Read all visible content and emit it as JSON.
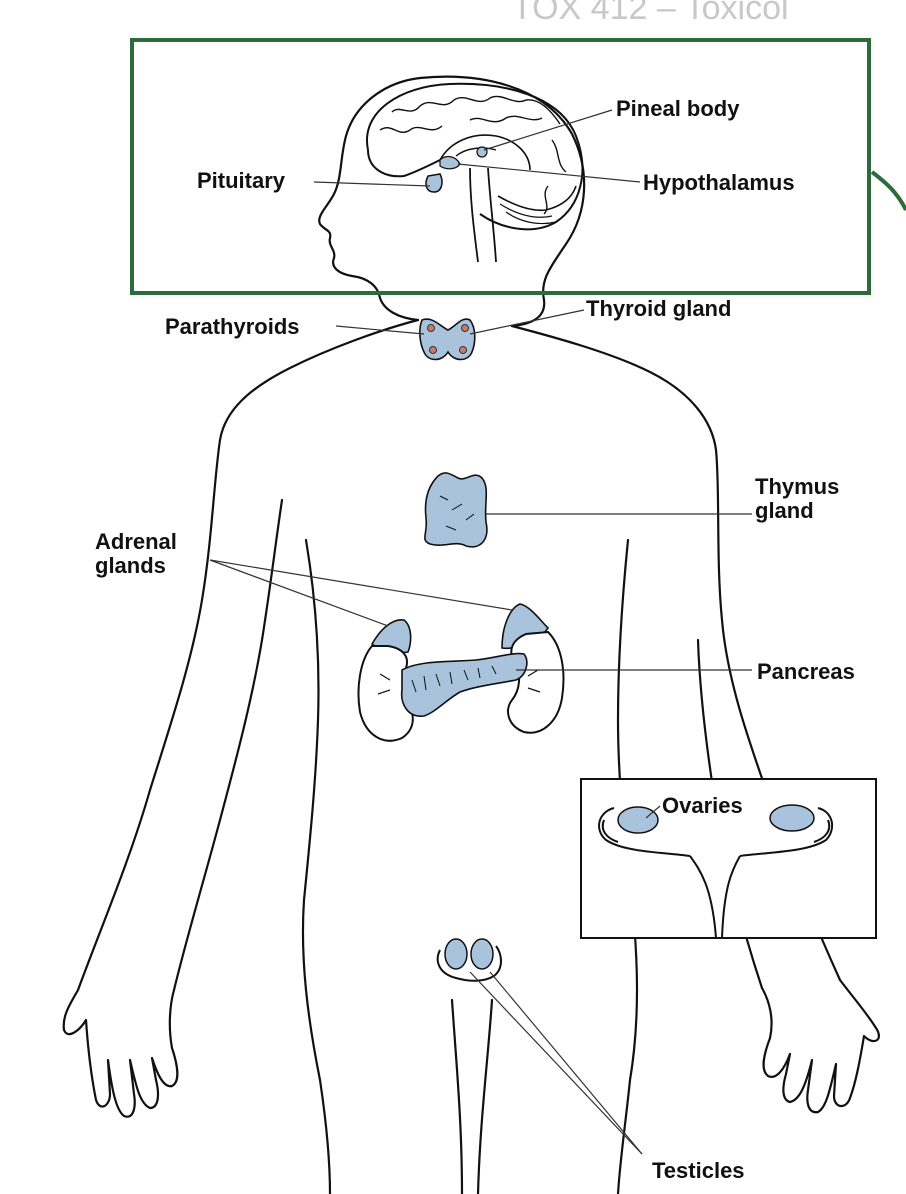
{
  "header": {
    "title": "TOX 412 – Toxicol"
  },
  "colors": {
    "gland_fill": "#a9c3dc",
    "highlight_box": "#2e6b3a",
    "outline": "#111111",
    "parathyroid_dot": "#c77a6a"
  },
  "labels": {
    "pineal": "Pineal body",
    "pituitary": "Pituitary",
    "hypothalamus": "Hypothalamus",
    "parathyroids": "Parathyroids",
    "thyroid": "Thyroid gland",
    "thymus_line1": "Thymus",
    "thymus_line2": "gland",
    "adrenal_line1": "Adrenal",
    "adrenal_line2": "glands",
    "pancreas": "Pancreas",
    "ovaries": "Ovaries",
    "testicles": "Testicles"
  }
}
